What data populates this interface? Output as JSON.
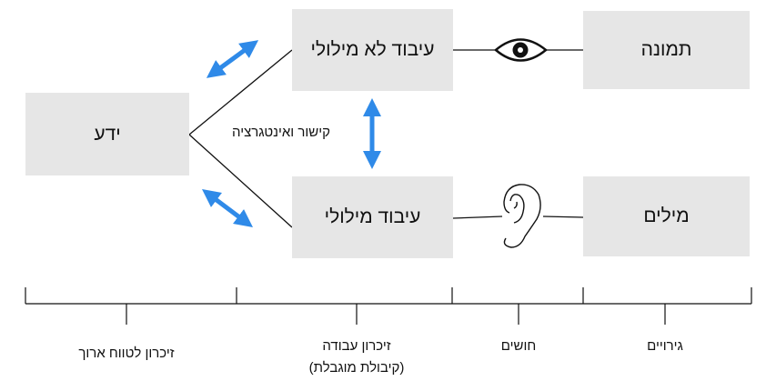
{
  "boxes": {
    "image": "תמונה",
    "words": "מילים",
    "nonverbal": "עיבוד לא מילולי",
    "verbal": "עיבוד מילולי",
    "knowledge": "ידע"
  },
  "connect_label": "קישור ואינטגרציה",
  "timeline": {
    "sensory": "גירויים",
    "senses": "חושים",
    "working_memory_line1": "זיכרון עבודה",
    "working_memory_line2": "(קיבולת מוגבלת)",
    "long_term": "זיכרון לטווח ארוך"
  },
  "colors": {
    "box": "#e6e6e6",
    "arrow": "#2f8ae8",
    "line": "#111111"
  },
  "icons": {
    "eye": "eye-icon",
    "ear": "ear-icon"
  }
}
